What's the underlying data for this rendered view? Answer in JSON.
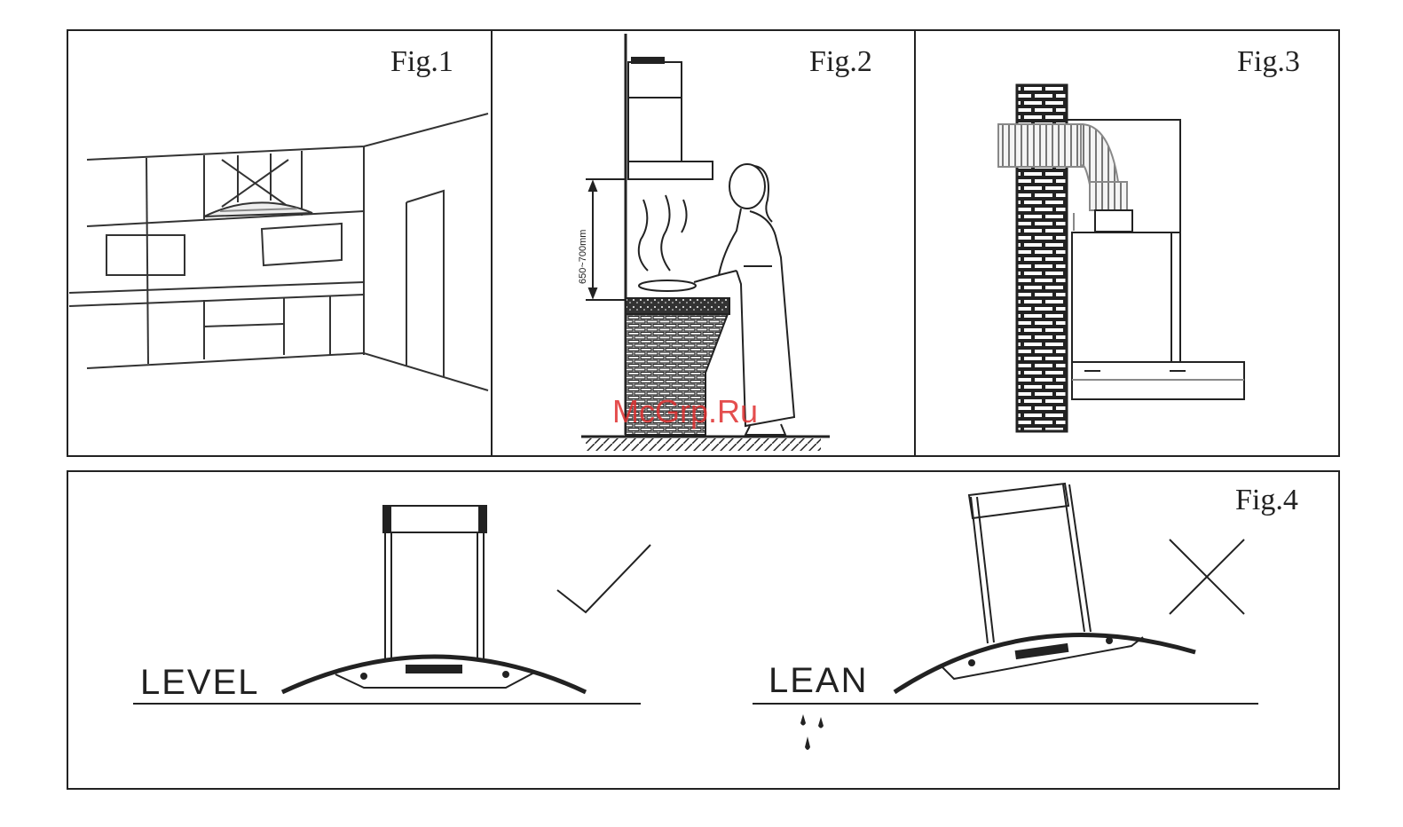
{
  "figures": {
    "fig1": {
      "label": "Fig.1"
    },
    "fig2": {
      "label": "Fig.2",
      "dimension": "650~700mm"
    },
    "fig3": {
      "label": "Fig.3"
    },
    "fig4": {
      "label": "Fig.4",
      "level_label": "LEVEL",
      "lean_label": "LEAN"
    }
  },
  "watermark": "McGrp.Ru",
  "colors": {
    "line": "#222222",
    "watermark": "#e03030"
  }
}
